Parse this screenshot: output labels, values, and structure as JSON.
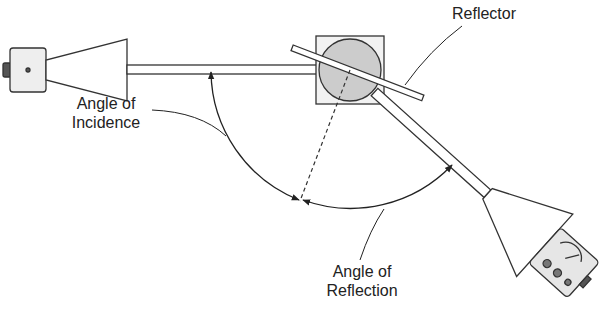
{
  "diagram": {
    "labels": [
      "Reflector",
      "Angle of Incidence",
      "Angle of Reflection"
    ]
  }
}
